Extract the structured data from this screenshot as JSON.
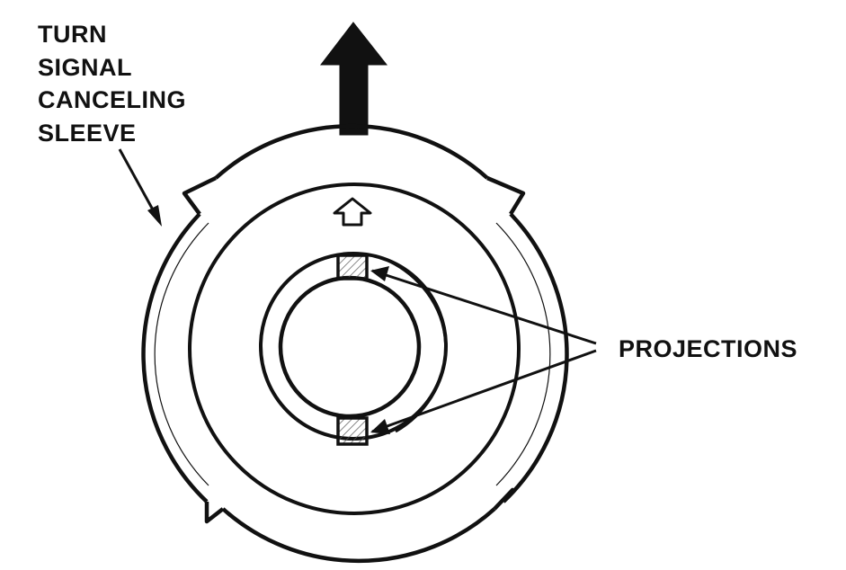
{
  "labels": {
    "sleeve": [
      "TURN",
      "SIGNAL",
      "CANCELING",
      "SLEEVE"
    ],
    "projections": "PROJECTIONS"
  },
  "colors": {
    "ink": "#111111",
    "background": "#ffffff",
    "hatch": "#555555"
  },
  "icons": {
    "direction_arrow": "up-arrow-icon",
    "small_direction_arrow": "outline-up-arrow-icon"
  }
}
